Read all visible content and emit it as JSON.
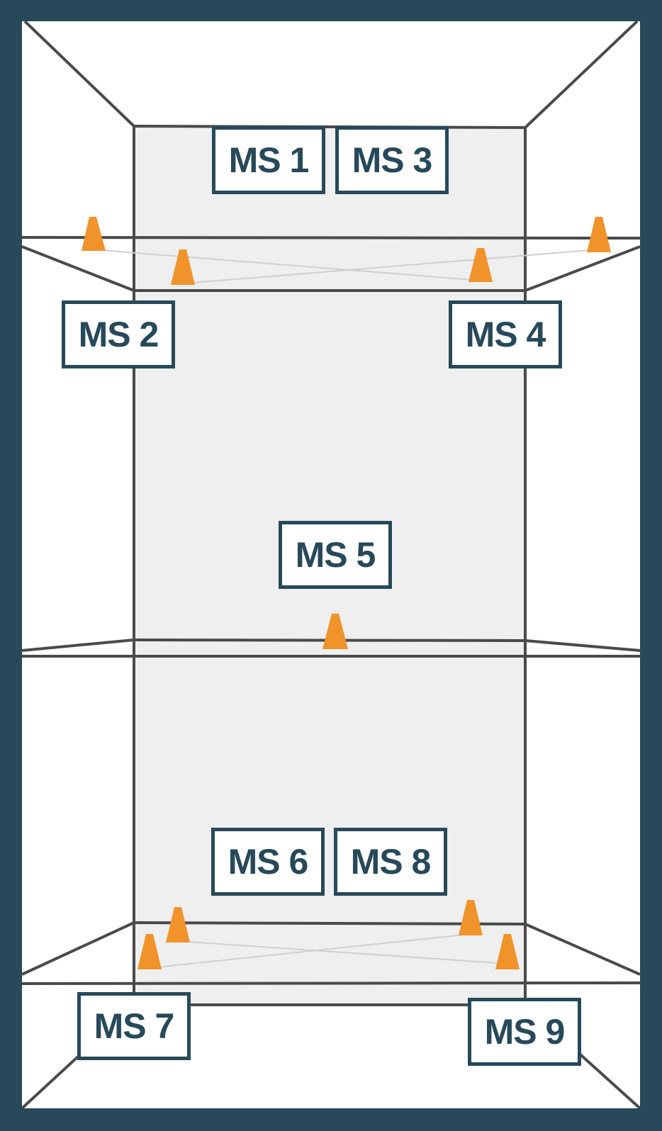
{
  "colors": {
    "frame": "#27495a",
    "floor": "#efefef",
    "lines": "#4a4a4a",
    "cone": "#f0932b",
    "label_text": "#27495a"
  },
  "markers": [
    {
      "id": "ms1",
      "label": "MS 1"
    },
    {
      "id": "ms3",
      "label": "MS 3"
    },
    {
      "id": "ms2",
      "label": "MS 2"
    },
    {
      "id": "ms4",
      "label": "MS 4"
    },
    {
      "id": "ms5",
      "label": "MS 5"
    },
    {
      "id": "ms6",
      "label": "MS 6"
    },
    {
      "id": "ms8",
      "label": "MS 8"
    },
    {
      "id": "ms7",
      "label": "MS 7"
    },
    {
      "id": "ms9",
      "label": "MS 9"
    }
  ],
  "cones": {
    "count": 9,
    "icon": "traffic-cone-icon"
  }
}
